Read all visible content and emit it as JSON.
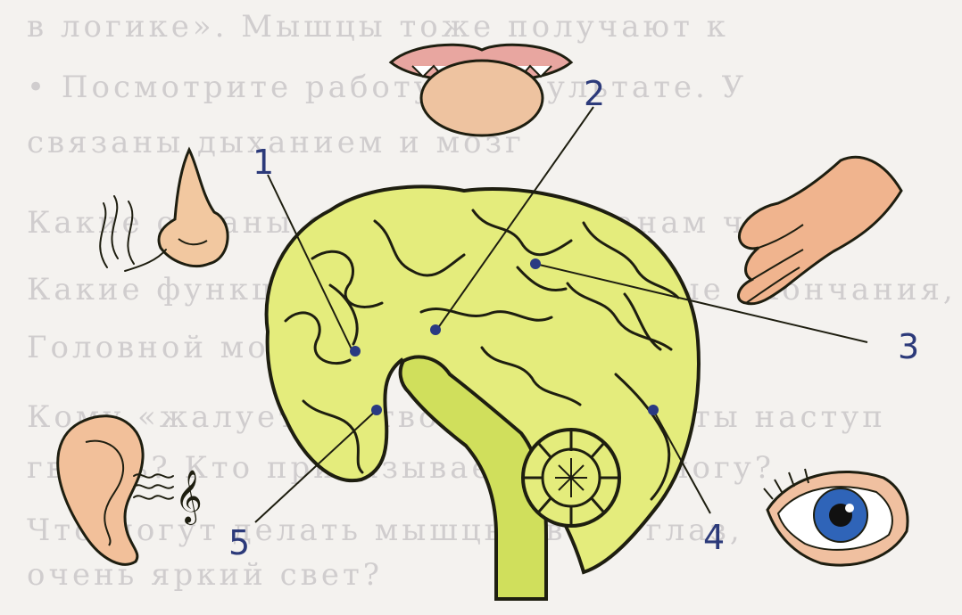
{
  "labels": [
    "1",
    "2",
    "3",
    "4",
    "5"
  ],
  "background_text": [
    "в логике». Мышцы тоже получают к",
    "• Посмотрите работу в результате. У",
    "связаны дыханием и мозг",
    "Какие органы относятся к органам чувств?",
    "Какие функции выполняют нервные окончания,",
    "Головной мозг, спинной мозг?",
    "Кому «жалуется» твоя рука, если ты наступ",
    "гвоздь? Кто приказывает убрать ногу?",
    "Что могут делать мышцы твоих глаз,",
    "очень яркий свет?"
  ],
  "colors": {
    "brain": "#e4ec7c",
    "brainstem": "#d0df5c",
    "outline": "#1e1e10",
    "marker": "#2a3a82",
    "label": "#2c3a7a"
  }
}
